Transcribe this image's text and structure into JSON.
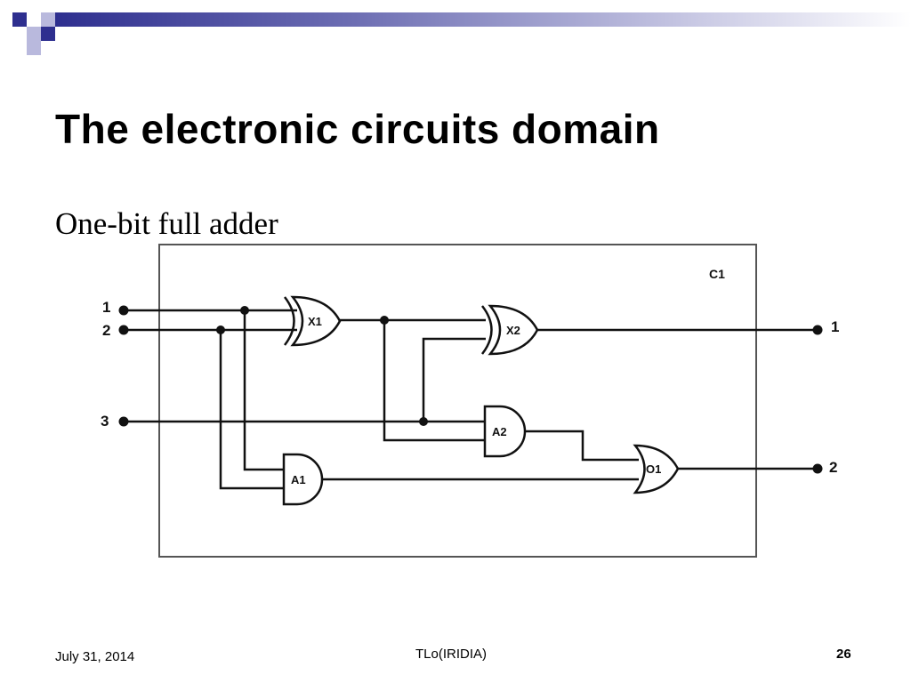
{
  "slide": {
    "title": "The electronic circuits domain",
    "subtitle": "One-bit full adder"
  },
  "diagram": {
    "box_label": "C1",
    "inputs": [
      "1",
      "2",
      "3"
    ],
    "outputs": [
      "1",
      "2"
    ],
    "gates": [
      {
        "id": "X1",
        "type": "xor"
      },
      {
        "id": "X2",
        "type": "xor"
      },
      {
        "id": "A1",
        "type": "and"
      },
      {
        "id": "A2",
        "type": "and"
      },
      {
        "id": "O1",
        "type": "or"
      }
    ]
  },
  "footer": {
    "date": "July 31, 2014",
    "center": "TLo(IRIDIA)",
    "page": "26"
  },
  "colors": {
    "header_blue": "#2e2f8f",
    "header_light": "#b9b9dd",
    "wire": "#111111"
  }
}
